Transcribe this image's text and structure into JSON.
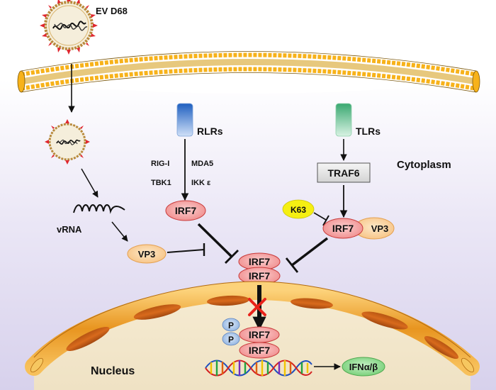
{
  "labels": {
    "virus": "EV D68",
    "rlrs": "RLRs",
    "tlrs": "TLRs",
    "cytoplasm": "Cytoplasm",
    "nucleus": "Nucleus",
    "rig_i": "RIG-I",
    "mda5": "MDA5",
    "tbk1": "TBK1",
    "ikk_epsilon": "IKK ε",
    "traf6": "TRAF6",
    "k63": "K63",
    "vrna": "vRNA",
    "vp3_left": "VP3",
    "vp3_right": "VP3",
    "irf7_rlr": "IRF7",
    "irf7_tlr": "IRF7",
    "irf7_dimer_top": "IRF7",
    "irf7_dimer_bottom": "IRF7",
    "irf7_nuc_top": "IRF7",
    "irf7_nuc_bottom": "IRF7",
    "phospho_1": "P",
    "phospho_2": "P",
    "ifn": "IFNα/β"
  },
  "colors": {
    "irf7_fill": "#f4a3a3",
    "irf7_stroke": "#c83a3a",
    "vp3_fill": "#fbd8a6",
    "vp3_stroke": "#e4a050",
    "k63_fill": "#f5ef12",
    "ifn_fill": "#8fdc8f",
    "phospho_fill": "#a9c6ea",
    "rlr_receptor": "#3c78d8",
    "tlr_receptor": "#5cc08a",
    "membrane": "#f0a818",
    "nucleus_envelope": "#e89520",
    "inhibition_cross": "#e8231b"
  },
  "icons": {
    "virus": "virus-particle-icon",
    "dna": "dna-helix-icon",
    "cross": "cross-mark-icon"
  }
}
